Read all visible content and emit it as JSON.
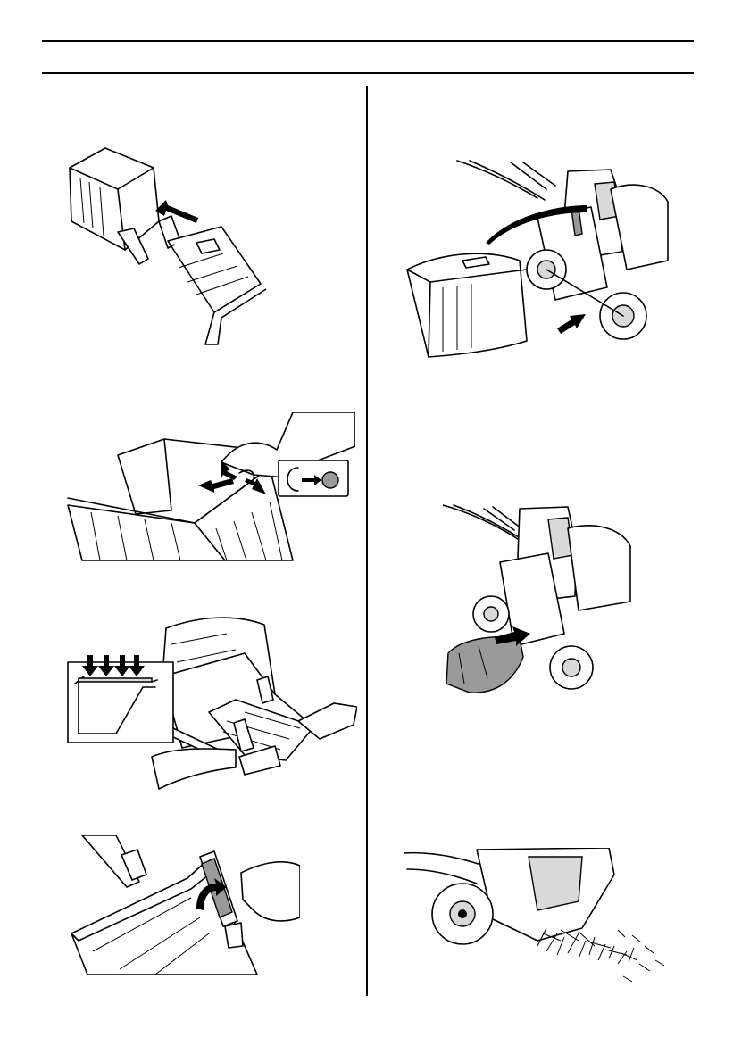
{
  "page": {
    "figures": [
      {
        "id": "fig-1",
        "icon": "grass-bag-assembly-illustration"
      },
      {
        "id": "fig-2",
        "icon": "bag-frame-clip-illustration"
      },
      {
        "id": "fig-3",
        "icon": "bag-frame-edge-press-illustration"
      },
      {
        "id": "fig-4",
        "icon": "bag-clip-fold-illustration"
      },
      {
        "id": "fig-5",
        "icon": "grass-bag-mounting-on-mower-illustration"
      },
      {
        "id": "fig-6",
        "icon": "mulching-plug-insert-illustration"
      },
      {
        "id": "fig-7",
        "icon": "side-discharge-grass-illustration"
      }
    ],
    "colors": {
      "line": "#000000",
      "accent_gray": "#9a9a9a",
      "light_gray": "#d9d9d9"
    }
  }
}
